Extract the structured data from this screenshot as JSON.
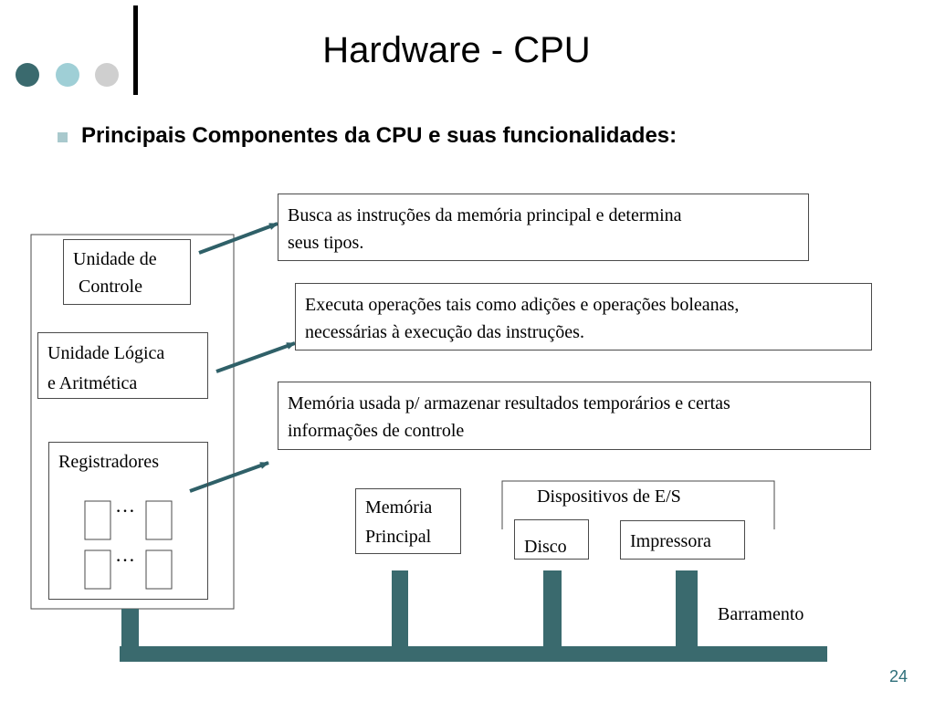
{
  "slide": {
    "title": "Hardware - CPU",
    "subtitle": "Principais Componentes da CPU e suas funcionalidades:",
    "page_number": "24"
  },
  "cpu": {
    "control_unit": [
      "Unidade de",
      "Controle"
    ],
    "alu": [
      "Unidade Lógica",
      "e Aritmética"
    ],
    "registers": "Registradores",
    "ellipsis": "…"
  },
  "descriptions": {
    "control_unit": [
      "Busca as instruções da memória principal e determina",
      "seus tipos."
    ],
    "alu": [
      "Executa operações tais como adições e operações boleanas,",
      "necessárias à execução das instruções."
    ],
    "registers": [
      "Memória usada p/ armazenar resultados temporários e certas",
      "informações de controle"
    ]
  },
  "devices": {
    "memory": [
      "Memória",
      "Principal"
    ],
    "io_group": "Dispositivos de E/S",
    "disk": "Disco",
    "printer": "Impressora",
    "bus": "Barramento"
  },
  "colors": {
    "teal_dark": "#3a6a6e",
    "teal_light": "#9fcfd6",
    "gray_dot": "#cfcfcf",
    "arrow": "#2f6068",
    "border": "#4a4a4a"
  },
  "icons": {
    "bullet": "square-bullet-icon"
  }
}
